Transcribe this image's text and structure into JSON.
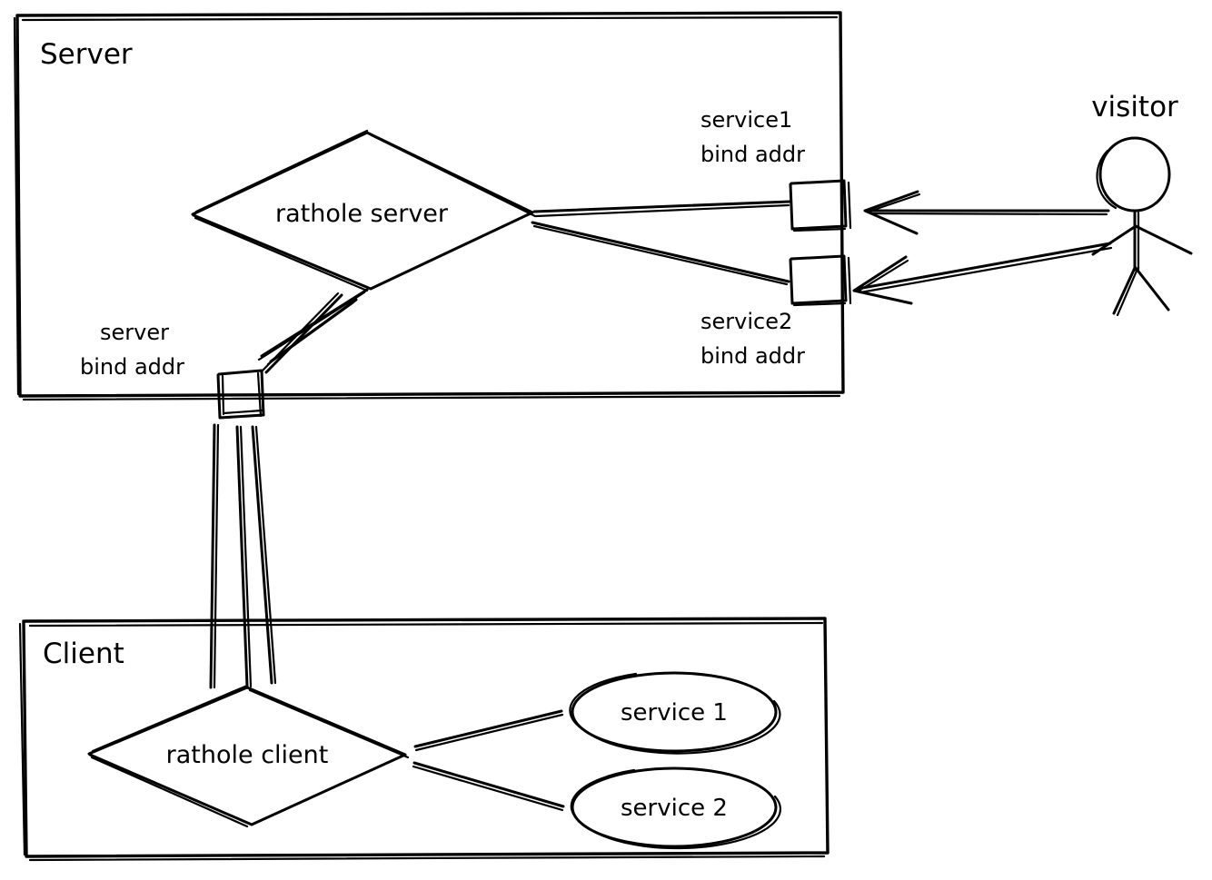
{
  "diagram": {
    "title_server": "Server",
    "title_client": "Client",
    "nodes": {
      "rathole_server": "rathole server",
      "rathole_client": "rathole client",
      "service_1_ellipse": "service 1",
      "service_2_ellipse": "service 2",
      "visitor": "visitor"
    },
    "labels": {
      "server_bind_addr_line1": "server",
      "server_bind_addr_line2": "bind addr",
      "service1_bind_addr_line1": "service1",
      "service1_bind_addr_line2": "bind addr",
      "service2_bind_addr_line1": "service2",
      "service2_bind_addr_line2": "bind addr"
    },
    "colors": {
      "stroke": "#000000",
      "background": "#ffffff"
    }
  }
}
